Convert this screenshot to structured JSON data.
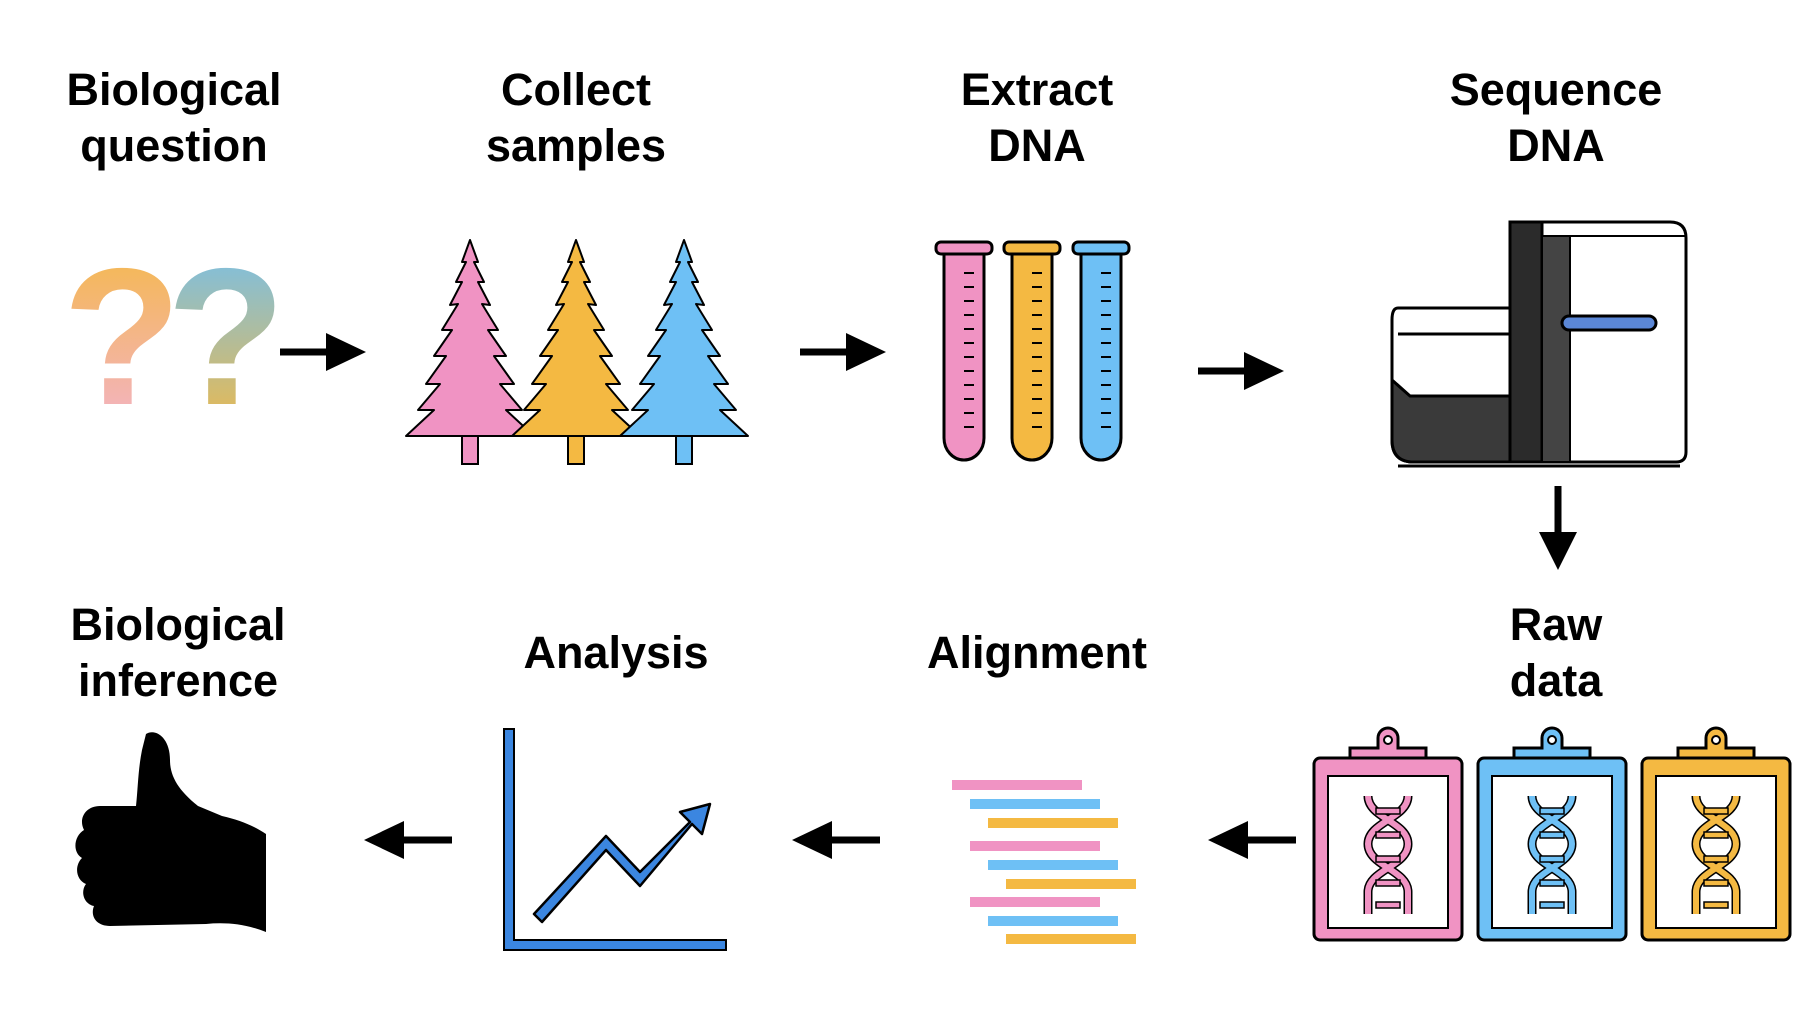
{
  "steps": {
    "biological_question": {
      "line1": "Biological",
      "line2": "question"
    },
    "collect_samples": {
      "line1": "Collect",
      "line2": "samples"
    },
    "extract_dna": {
      "line1": "Extract",
      "line2": "DNA"
    },
    "sequence_dna": {
      "line1": "Sequence",
      "line2": "DNA"
    },
    "raw_data": {
      "line1": "Raw",
      "line2": "data"
    },
    "alignment": {
      "label": "Alignment"
    },
    "analysis": {
      "label": "Analysis"
    },
    "biological_inference": {
      "line1": "Biological",
      "line2": "inference"
    }
  },
  "colors": {
    "pink": "#F093C3",
    "yellow": "#F4B942",
    "blue": "#6EC0F5",
    "chart_blue": "#3B86E0",
    "black": "#000000"
  },
  "icons": {
    "question": "question-marks-icon",
    "trees": "tree-icon",
    "tubes": "test-tube-icon",
    "sequencer": "sequencer-machine-icon",
    "clipboards": "clipboard-dna-icon",
    "alignment": "alignment-reads-icon",
    "analysis": "line-chart-icon",
    "inference": "thumbs-up-icon",
    "arrow": "arrow-icon"
  }
}
